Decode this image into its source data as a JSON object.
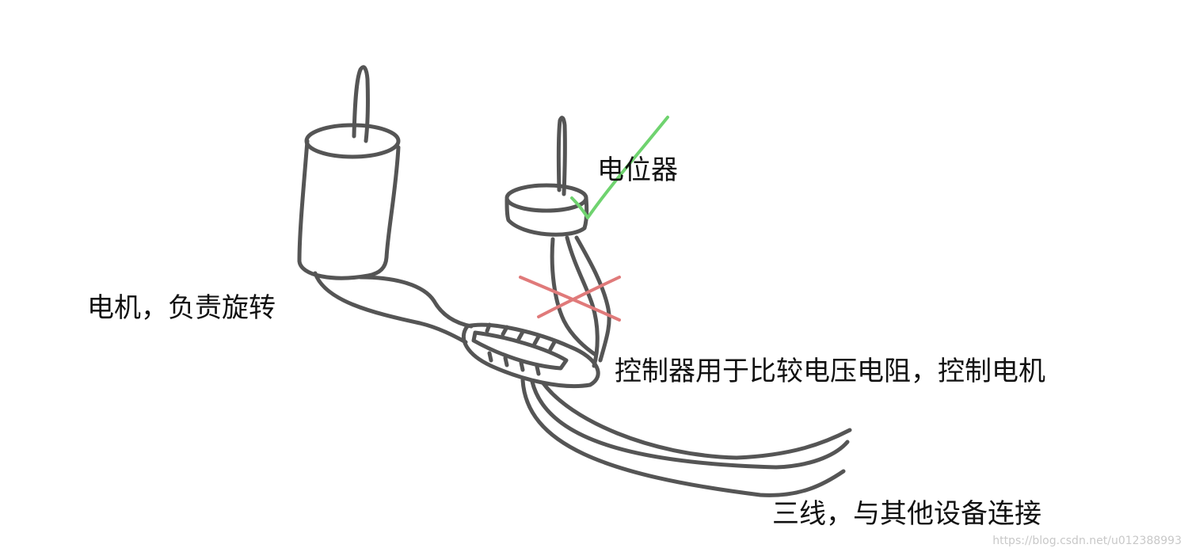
{
  "labels": {
    "potentiometer": "电位器",
    "motor": "电机，负责旋转",
    "controller": "控制器用于比较电压电阻，控制电机",
    "wires": "三线，与其他设备连接"
  },
  "watermark": "https://blog.csdn.net/u012388993",
  "colors": {
    "sketch_line": "#555555",
    "check_mark": "#6fd36f",
    "cross_mark": "#e07a7a",
    "text": "#111111",
    "background": "#ffffff"
  }
}
